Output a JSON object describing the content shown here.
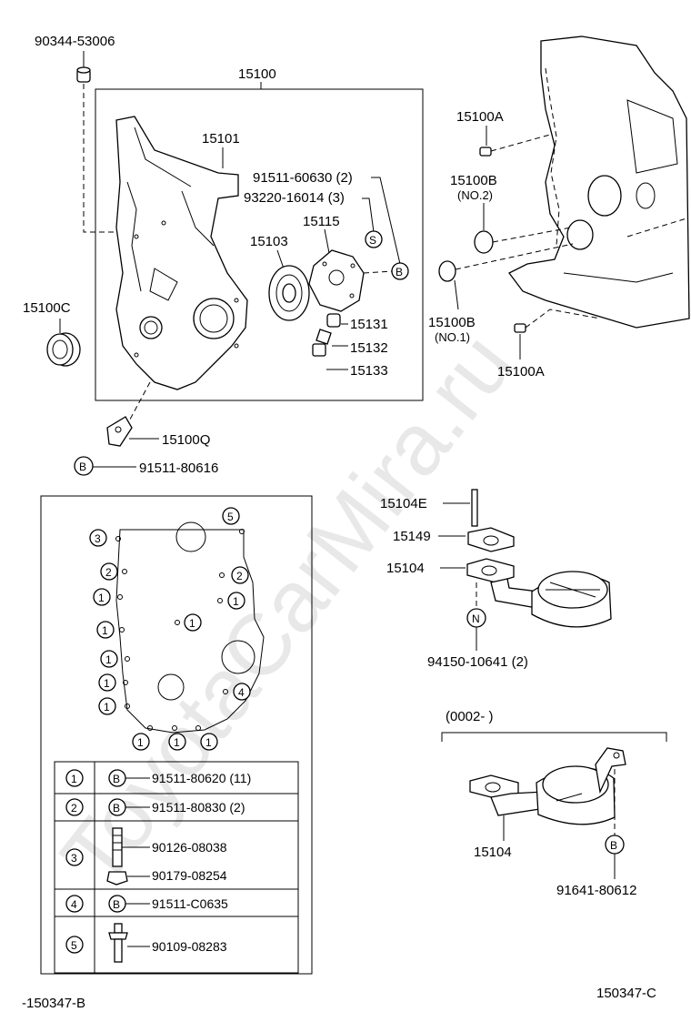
{
  "watermark": "ToyotaCarMira.ru",
  "top": {
    "p15100": "15100",
    "p90344": "90344-53006",
    "p15101": "15101",
    "p91511_60630": "91511-60630 (2)",
    "p93220": "93220-16014 (3)",
    "p15115": "15115",
    "p15103": "15103",
    "p15131": "15131",
    "p15132": "15132",
    "p15133": "15133",
    "p15100C": "15100C",
    "p15100Q": "15100Q",
    "p91511_80616": "91511-80616",
    "p15100A_top": "15100A",
    "p15100B_top": "15100B",
    "no2": "(NO.2)",
    "p15100B_bot": "15100B",
    "no1": "(NO.1)",
    "p15100A_bot": "15100A",
    "mark_S": "S",
    "mark_B": "B"
  },
  "bolt_map": {
    "markers": {
      "m1": "1",
      "m2": "2",
      "m3": "3",
      "m4": "4",
      "m5": "5"
    },
    "rows": [
      {
        "id": "1",
        "mark": "B",
        "part": "91511-80620 (11)"
      },
      {
        "id": "2",
        "mark": "B",
        "part": "91511-80830 (2)"
      },
      {
        "id": "3",
        "mark": "",
        "part": "90126-08038",
        "part2": "90179-08254"
      },
      {
        "id": "4",
        "mark": "B",
        "part": "91511-C0635"
      },
      {
        "id": "5",
        "mark": "",
        "part": "90109-08283"
      }
    ]
  },
  "strainer": {
    "p15104E": "15104E",
    "p15149": "15149",
    "p15104": "15104",
    "mark_N": "N",
    "p94150": "94150-10641 (2)"
  },
  "variant": {
    "range": "(0002-        )",
    "p15104": "15104",
    "mark_B": "B",
    "p91641": "91641-80612"
  },
  "footer": {
    "left": "-150347-B",
    "right": "150347-C"
  }
}
